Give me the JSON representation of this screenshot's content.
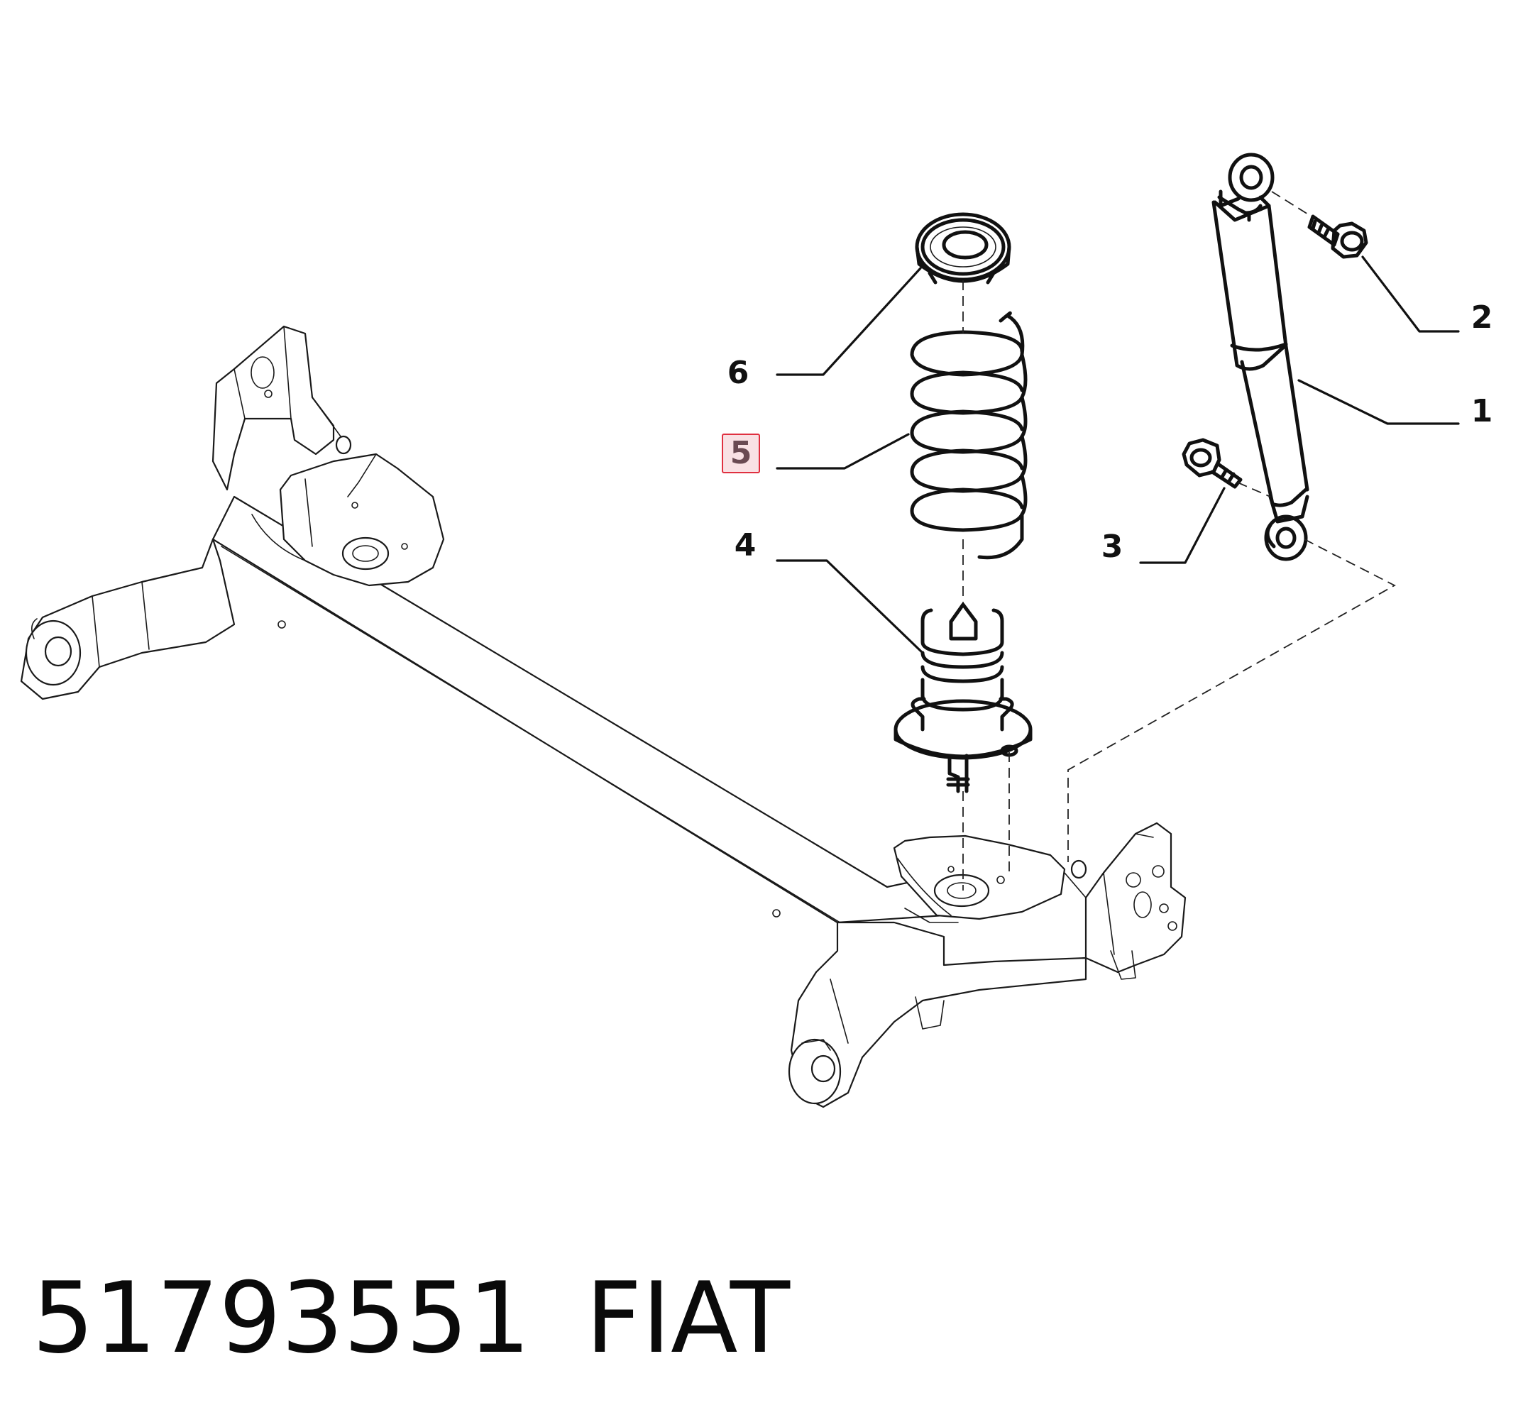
{
  "diagram": {
    "callouts": [
      {
        "id": "1",
        "label": "1",
        "highlighted": false
      },
      {
        "id": "2",
        "label": "2",
        "highlighted": false
      },
      {
        "id": "3",
        "label": "3",
        "highlighted": false
      },
      {
        "id": "4",
        "label": "4",
        "highlighted": false
      },
      {
        "id": "5",
        "label": "5",
        "highlighted": true
      },
      {
        "id": "6",
        "label": "6",
        "highlighted": false
      }
    ],
    "highlight_color": "#e03040",
    "highlight_fill": "#f9e1e4"
  },
  "footer": {
    "part_number": "51793551",
    "brand": "FIAT"
  }
}
